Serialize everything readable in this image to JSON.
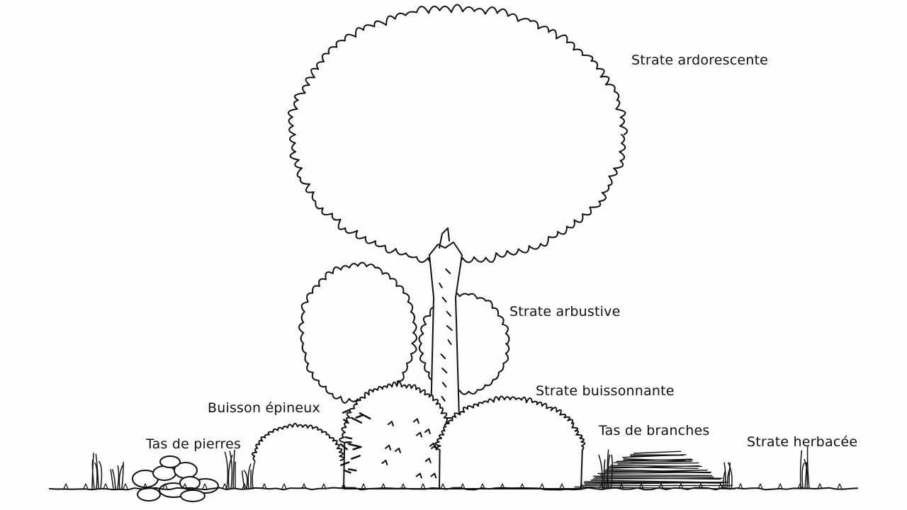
{
  "labels": {
    "arborescente": "Strate ardorescente",
    "arbustive": "Strate arbustive",
    "buissonnante": "Strate buissonnante",
    "buisson_epineux": "Buisson épineux",
    "tas_branches": "Tas de branches",
    "tas_pierres": "Tas de pierres",
    "herbacee": "Strate herbacée"
  },
  "colors": {
    "ink": "#111111",
    "paper": "#fdfdfd"
  }
}
